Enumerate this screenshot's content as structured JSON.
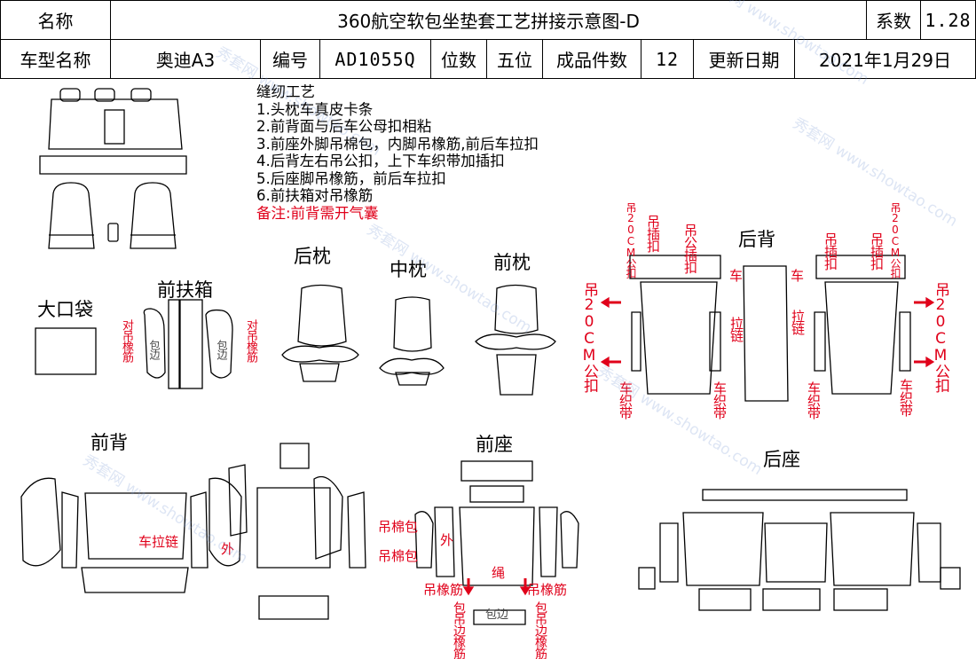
{
  "header": {
    "name_label": "名称",
    "title": "360航空软包坐垫套工艺拼接示意图-D",
    "coef_label": "系数",
    "coef_value": "1.28",
    "model_label": "车型名称",
    "model_value": "奥迪A3",
    "code_label": "编号",
    "code_value": "AD1055Q",
    "seats_label": "位数",
    "seats_value": "五位",
    "pieces_label": "成品件数",
    "pieces_value": "12",
    "update_label": "更新日期",
    "update_value": "2021年1月29日"
  },
  "process": {
    "title": "缝纫工艺",
    "steps": [
      "1.头枕车真皮卡条",
      "2.前背面与后车公母扣相粘",
      "3.前座外脚吊棉包，内脚吊橡筋,前后车拉扣",
      "4.后背左右吊公扣，上下车织带加插扣",
      "5.后座脚吊橡筋，前后车拉扣",
      "6.前扶箱对吊橡筋"
    ],
    "remark": "备注:前背需开气囊"
  },
  "sections": {
    "rear_headrest": "后枕",
    "middle_headrest": "中枕",
    "front_headrest": "前枕",
    "rear_back": "后背",
    "big_pocket": "大口袋",
    "front_armrest": "前扶箱",
    "front_back": "前背",
    "front_seat": "前座",
    "rear_seat": "后座"
  },
  "annotations": {
    "hang_rubber_pair": "对吊橡筋",
    "edge": "包边",
    "hang_20cm_male": "吊20CM公扣",
    "hang_insert": "吊插扣",
    "hang_male_insert": "吊公插扣",
    "sew": "车",
    "zipper": "拉链",
    "webbing": "车织带",
    "sew_zipper": "车拉链",
    "outer": "外",
    "hang_cotton_pack": "吊棉包",
    "hang_rubber": "吊橡筋",
    "rope": "绳",
    "edge_rubber": "包吊边橡筋"
  },
  "watermark": "秀套网 www.showtao.com",
  "colors": {
    "accent_red": "#e0001a",
    "line": "#000000",
    "watermark": "#9bb4e0"
  }
}
